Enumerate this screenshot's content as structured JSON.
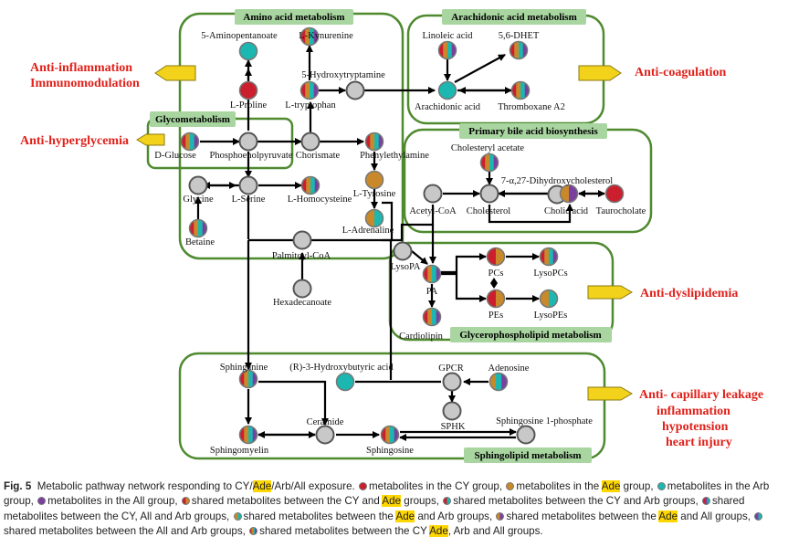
{
  "colors": {
    "CY": "#cc1f2e",
    "Ade": "#c9892a",
    "Arb": "#1bb7b0",
    "All": "#7b3fa0",
    "none": "#c8c8c8",
    "box_border": "#4f8a2f",
    "box_title_bg": "#a8d5a0",
    "effect_text": "#e0201a",
    "arrow_fill": "#f2d21a"
  },
  "boxes": {
    "amino": "Amino acid metabolism",
    "arachidonic": "Arachidonic acid metabolism",
    "glyco": "Glycometabolism",
    "bile": "Primary bile acid biosynthesis",
    "glycerophospholipid": "Glycerophospholipid metabolism",
    "sphingolipid": "Sphingolipid metabolism"
  },
  "effects": {
    "anti_inflammation_1": "Anti-inflammation",
    "anti_inflammation_2": "Immunomodulation",
    "anti_hyperglycemia": "Anti-hyperglycemia",
    "anti_coagulation": "Anti-coagulation",
    "anti_dyslipidemia": "Anti-dyslipidemia",
    "anti_capillary_1": "Anti- capillary leakage",
    "anti_capillary_2": "inflammation",
    "anti_capillary_3": "hypotension",
    "anti_capillary_4": "heart injury"
  },
  "metabolites": {
    "aminopentanoate": {
      "label": "5-Aminopentanoate",
      "groups": [
        "Arb"
      ]
    },
    "kynurenine": {
      "label": "L-Kynurenine",
      "groups": [
        "CY",
        "Ade",
        "Arb",
        "All"
      ]
    },
    "hydroxytryptamine": {
      "label": "5-Hydroxytryptamine",
      "groups": []
    },
    "proline": {
      "label": "L-Proline",
      "groups": [
        "CY"
      ]
    },
    "tryptophan": {
      "label": "L-tryptophan",
      "groups": [
        "CY",
        "Ade",
        "Arb",
        "All"
      ]
    },
    "glucose": {
      "label": "D-Glucose",
      "groups": [
        "CY",
        "Ade",
        "Arb",
        "All"
      ]
    },
    "pep": {
      "label": "Phosphoenolpyruvate",
      "groups": []
    },
    "chorismate": {
      "label": "Chorismate",
      "groups": []
    },
    "phenylethylamine": {
      "label": "Phenylethylamine",
      "groups": [
        "CY",
        "Ade",
        "Arb",
        "All"
      ]
    },
    "tyrosine": {
      "label": "L-Tyrosine",
      "groups": [
        "Ade"
      ]
    },
    "glycine": {
      "label": "Glycine",
      "groups": []
    },
    "serine": {
      "label": "L-Serine",
      "groups": []
    },
    "homocysteine": {
      "label": "L-Homocysteine",
      "groups": [
        "CY",
        "Ade",
        "Arb",
        "All"
      ]
    },
    "adrenaline": {
      "label": "L-Adrenaline",
      "groups": [
        "Ade",
        "Arb"
      ]
    },
    "betaine": {
      "label": "Betaine",
      "groups": [
        "CY",
        "Ade",
        "Arb",
        "All"
      ]
    },
    "palmitoyl": {
      "label": "Palmitoyl-CoA",
      "groups": []
    },
    "hexadecanoate": {
      "label": "Hexadecanoate",
      "groups": []
    },
    "linoleic": {
      "label": "Linoleic acid",
      "groups": [
        "CY",
        "Ade",
        "Arb",
        "All"
      ]
    },
    "dhet": {
      "label": "5,6-DHET",
      "groups": [
        "CY",
        "Ade",
        "Arb",
        "All"
      ]
    },
    "arachidonic": {
      "label": "Arachidonic acid",
      "groups": [
        "Arb"
      ]
    },
    "thromboxane": {
      "label": "Thromboxane A2",
      "groups": [
        "CY",
        "Ade",
        "Arb",
        "All"
      ]
    },
    "cholesteryl": {
      "label": "Cholesteryl acetate",
      "groups": [
        "CY",
        "Ade",
        "Arb",
        "All"
      ]
    },
    "dihydroxychol": {
      "label": "7-α,27-Dihydroxycholesterol",
      "groups": []
    },
    "acetylcoa": {
      "label": "Acetyl-CoA",
      "groups": []
    },
    "cholesterol": {
      "label": "Cholesterol",
      "groups": []
    },
    "cholic": {
      "label": "Cholic acid",
      "groups": [
        "Ade",
        "All"
      ]
    },
    "taurocholate": {
      "label": "Taurocholate",
      "groups": [
        "CY"
      ]
    },
    "lysopa": {
      "label": "LysoPA",
      "groups": []
    },
    "pa": {
      "label": "PA",
      "groups": [
        "CY",
        "Ade",
        "Arb",
        "All"
      ]
    },
    "pcs": {
      "label": "PCs",
      "groups": [
        "CY",
        "Ade"
      ]
    },
    "lysopcs": {
      "label": "LysoPCs",
      "groups": [
        "CY",
        "Ade",
        "Arb",
        "All"
      ]
    },
    "pes": {
      "label": "PEs",
      "groups": [
        "CY",
        "Ade"
      ]
    },
    "lysopes": {
      "label": "LysoPEs",
      "groups": [
        "Ade",
        "Arb"
      ]
    },
    "cardiolipin": {
      "label": "Cardiolipin",
      "groups": [
        "CY",
        "Ade",
        "Arb",
        "All"
      ]
    },
    "sphinganine": {
      "label": "Sphinganine",
      "groups": [
        "CY",
        "Ade",
        "Arb",
        "All"
      ]
    },
    "hydroxybutyric": {
      "label": "(R)-3-Hydroxybutyric acid",
      "groups": [
        "Arb"
      ]
    },
    "gpcr": {
      "label": "GPCR",
      "groups": []
    },
    "adenosine": {
      "label": "Adenosine",
      "groups": [
        "Ade",
        "Arb",
        "All"
      ]
    },
    "sphk": {
      "label": "SPHK",
      "groups": []
    },
    "ceramide": {
      "label": "Ceramide",
      "groups": []
    },
    "s1p": {
      "label": "Sphingosine 1-phosphate",
      "groups": []
    },
    "sphingomyelin": {
      "label": "Sphingomyelin",
      "groups": [
        "CY",
        "Ade",
        "Arb",
        "All"
      ]
    },
    "sphingosine": {
      "label": "Sphingosine",
      "groups": [
        "CY",
        "Ade",
        "Arb",
        "All"
      ]
    }
  },
  "caption": {
    "fig_label": "Fig. 5",
    "t1": "Metabolic pathway network responding to CY/",
    "ade": "Ade",
    "t2": "/Arb/All exposure.",
    "t3": "metabolites in the CY group,",
    "t4": "metabolites in the",
    "t5": "group,",
    "t6": "metabolites in the Arb group,",
    "t7": "metabolites in the All group,",
    "t8": "shared metabolites between the CY and",
    "t9": "groups,",
    "t10": "shared metabolites between the CY and Arb groups,",
    "t11": "shared metabolites between the CY, All and Arb groups,",
    "t12": "shared metabolites between the",
    "t13": "and Arb groups,",
    "t14": "shared metabolites between the",
    "t15": "and All groups,",
    "t16": "shared metabolites between the All and Arb groups,",
    "t17": "shared metabolites between the CY",
    "t18": ", Arb and All groups."
  }
}
